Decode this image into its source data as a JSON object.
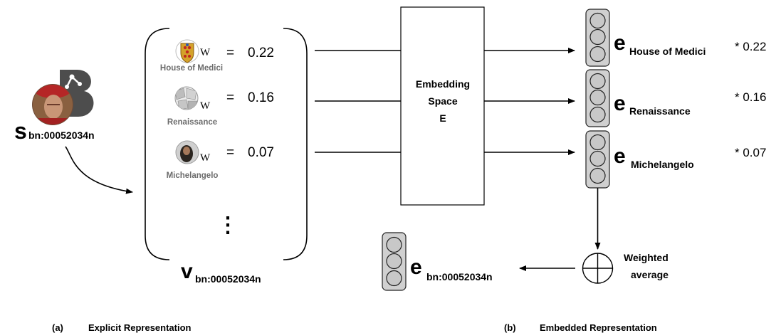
{
  "sense": {
    "symbol": "s",
    "id": "bn:00052034n",
    "icons": [
      "portrait-icon",
      "babelnet-logo-icon"
    ]
  },
  "vector": {
    "symbol": "v",
    "id": "bn:00052034n",
    "ellipsis": "⋮",
    "entries": [
      {
        "label": "House of Medici",
        "equals": "=",
        "value": "0.22",
        "icon": "coat-of-arms-icon",
        "badge": "W"
      },
      {
        "label": "Renaissance",
        "equals": "=",
        "value": "0.16",
        "icon": "wikipedia-globe-icon",
        "badge": "W"
      },
      {
        "label": "Michelangelo",
        "equals": "=",
        "value": "0.07",
        "icon": "michelangelo-portrait-icon",
        "badge": "W"
      }
    ]
  },
  "embedding_space": {
    "line1": "Embedding",
    "line2": "Space",
    "line3": "E"
  },
  "embeddings": [
    {
      "symbol": "e",
      "subscript": "House of Medici",
      "weight": "* 0.22"
    },
    {
      "symbol": "e",
      "subscript": "Renaissance",
      "weight": "* 0.16"
    },
    {
      "symbol": "e",
      "subscript": "Michelangelo",
      "weight": "* 0.07"
    }
  ],
  "aggregation": {
    "line1": "Weighted",
    "line2": "average",
    "icon": "circled-plus-icon"
  },
  "result": {
    "symbol": "e",
    "subscript": "bn:00052034n"
  },
  "captions": {
    "left_marker": "(a)",
    "left_text": "Explicit Representation",
    "right_marker": "(b)",
    "right_text": "Embedded Representation"
  }
}
